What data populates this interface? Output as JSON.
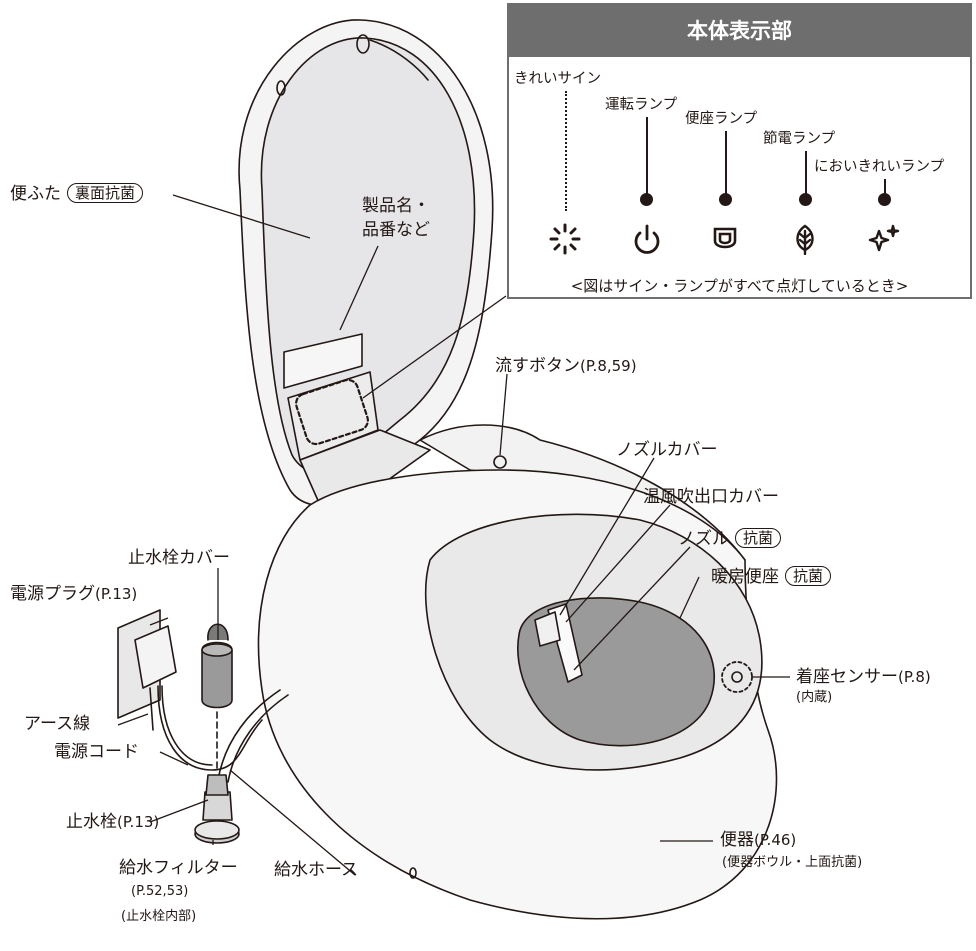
{
  "panel": {
    "title": "本体表示部",
    "lamps": [
      {
        "label": "きれいサイン",
        "icon": "sparkle-burst-icon"
      },
      {
        "label": "運転ランプ",
        "icon": "power-icon"
      },
      {
        "label": "便座ランプ",
        "icon": "seat-icon"
      },
      {
        "label": "節電ランプ",
        "icon": "leaf-icon"
      },
      {
        "label": "においきれいランプ",
        "icon": "sparkle-star-icon"
      }
    ],
    "caption": "<図はサイン・ランプがすべて点灯しているとき>"
  },
  "labels": {
    "lid": "便ふた",
    "lid_badge": "裏面抗菌",
    "product_name_line1": "製品名・",
    "product_name_line2": "品番など",
    "flush_button": "流すボタン",
    "flush_button_ref": "(P.8,59)",
    "nozzle_cover": "ノズルカバー",
    "warm_air_cover": "温風吹出口カバー",
    "nozzle": "ノズル",
    "nozzle_badge": "抗菌",
    "heated_seat": "暖房便座",
    "heated_seat_badge": "抗菌",
    "seat_sensor": "着座センサー",
    "seat_sensor_ref": "(P.8)",
    "seat_sensor_note": "(内蔵)",
    "valve_cover": "止水栓カバー",
    "power_plug": "電源プラグ",
    "power_plug_ref": "(P.13)",
    "ground_wire": "アース線",
    "power_cord": "電源コード",
    "stop_valve": "止水栓",
    "stop_valve_ref": "(P.13)",
    "water_filter": "給水フィルター",
    "water_filter_ref": "(P.52,53)",
    "water_filter_note": "(止水栓内部)",
    "supply_hose": "給水ホース",
    "bowl": "便器",
    "bowl_ref": "(P.46)",
    "bowl_note": "(便器ボウル・上面抗菌)"
  }
}
